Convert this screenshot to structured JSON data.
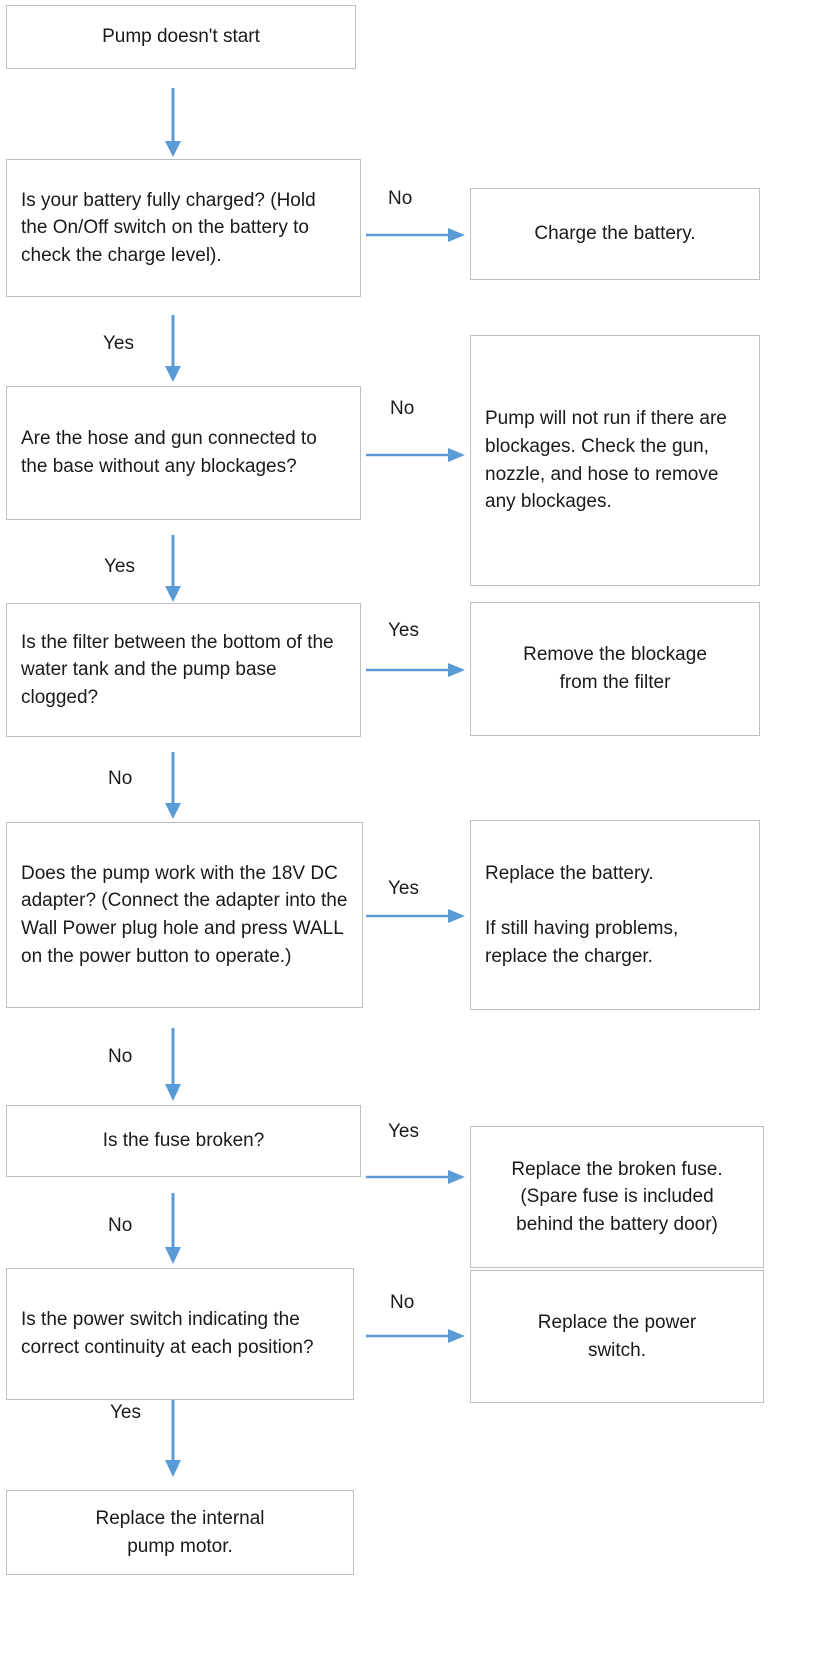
{
  "diagram": {
    "title": "Pump doesn't start troubleshooting flowchart",
    "accent_color": "#5b9bd5",
    "box_border_color": "#bfbfbf",
    "text_color": "#1a1a1a",
    "background": "#ffffff"
  },
  "nodes": {
    "start": {
      "label": "Pump doesn't start",
      "align": "center"
    },
    "q_battery": {
      "label": "Is your battery fully charged? (Hold the On/Off switch on the battery to check the charge level).",
      "align": "left"
    },
    "a_battery": {
      "label": "Charge the battery.",
      "align": "center"
    },
    "q_hose": {
      "label": "Are the hose and gun connected to the base without any blockages?",
      "align": "left"
    },
    "a_hose": {
      "label": "Pump will not run if there are blockages. Check the gun, nozzle, and hose to remove any blockages.",
      "align": "left"
    },
    "q_filter": {
      "label": "Is the filter between the bottom of the water tank and the pump base clogged?",
      "align": "left"
    },
    "a_filter": {
      "label": "Remove the blockage\nfrom the filter",
      "align": "center"
    },
    "q_adapter": {
      "label": "Does the pump work with the 18V DC adapter? (Connect the adapter into the Wall Power plug hole and press WALL on the power button to operate.)",
      "align": "left"
    },
    "a_adapter": {
      "label": "Replace the battery.\n\nIf still having problems, replace the charger.",
      "align": "left"
    },
    "q_fuse": {
      "label": "Is the fuse broken?",
      "align": "center"
    },
    "a_fuse": {
      "label": "Replace the broken fuse.\n(Spare fuse is included\nbehind the battery door)",
      "align": "center"
    },
    "q_switch": {
      "label": "Is the power switch indicating the correct continuity at each position?",
      "align": "left"
    },
    "a_switch": {
      "label": "Replace the power\nswitch.",
      "align": "center"
    },
    "end_motor": {
      "label": "Replace the internal\npump motor.",
      "align": "center"
    }
  },
  "edge_labels": {
    "battery_no": "No",
    "battery_yes": "Yes",
    "hose_no": "No",
    "hose_yes": "Yes",
    "filter_yes": "Yes",
    "filter_no": "No",
    "adapter_yes": "Yes",
    "adapter_no": "No",
    "fuse_yes": "Yes",
    "fuse_no": "No",
    "switch_no": "No",
    "switch_yes": "Yes"
  }
}
